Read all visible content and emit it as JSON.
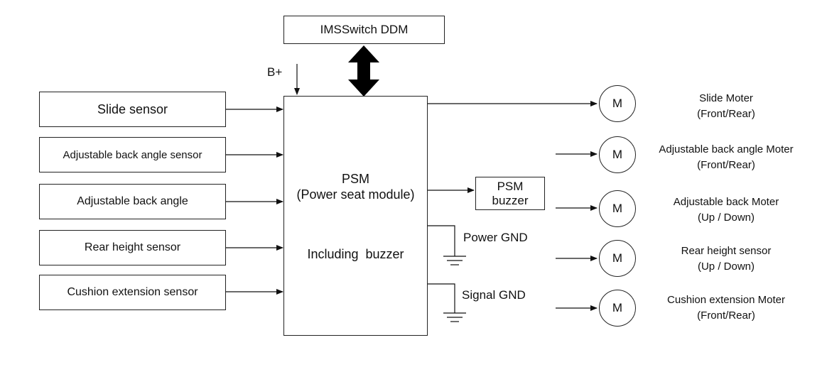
{
  "ims_switch": "IMSSwitch DDM",
  "b_plus": "B+",
  "sensors": [
    "Slide sensor",
    "Adjustable back angle sensor",
    "Adjustable back angle",
    "Rear height sensor",
    "Cushion extension sensor"
  ],
  "psm": {
    "line1": "PSM",
    "line2": "(Power seat module)",
    "line3": "Including  buzzer"
  },
  "psm_buzzer": {
    "line1": "PSM",
    "line2": "buzzer"
  },
  "grounds": {
    "power": "Power GND",
    "signal": "Signal GND"
  },
  "motor_symbol": "M",
  "motors": [
    {
      "line1": "Slide Moter",
      "line2": "(Front/Rear)"
    },
    {
      "line1": "Adjustable back angle Moter",
      "line2": "(Front/Rear)"
    },
    {
      "line1": "Adjustable back Moter",
      "line2": "(Up / Down)"
    },
    {
      "line1": "Rear height sensor",
      "line2": "(Up / Down)"
    },
    {
      "line1": "Cushion extension Moter",
      "line2": "(Front/Rear)"
    }
  ]
}
